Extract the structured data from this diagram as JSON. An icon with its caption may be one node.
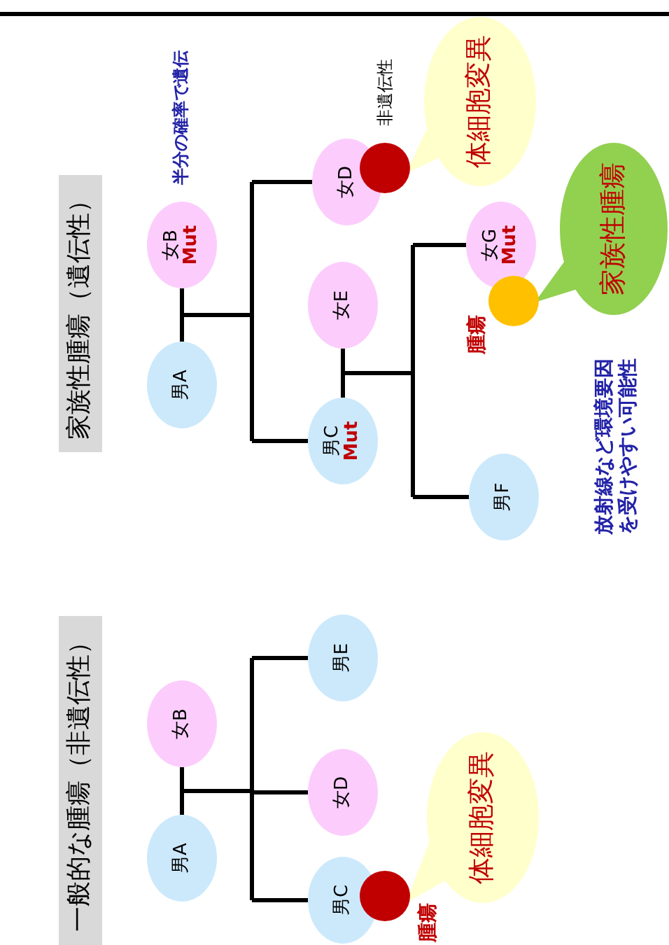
{
  "diagram": {
    "nodes": [
      {
        "text": [
          "一般的な腫瘍（非遺伝性）"
        ]
      },
      {
        "text": [
          "男A"
        ]
      },
      {
        "text": [
          "女B"
        ]
      },
      {
        "text": [
          "男C"
        ]
      },
      {
        "text": [
          "女D"
        ]
      },
      {
        "text": [
          "男E"
        ]
      },
      {
        "text": [],
        "shape": "circle",
        "beside": [
          "腫瘍"
        ]
      },
      {
        "text": [
          "体細胞変異"
        ]
      },
      {
        "text": [
          "家族性腫瘍（遺伝性）"
        ]
      },
      {
        "text": [
          "男A"
        ]
      },
      {
        "text": [
          "女B",
          "Mut"
        ]
      },
      {
        "text": [
          "男C",
          "Mut"
        ]
      },
      {
        "text": [
          "女D"
        ]
      },
      {
        "text": [
          "女E"
        ]
      },
      {
        "text": [],
        "shape": "circle",
        "beside": [
          "非遺伝性"
        ]
      },
      {
        "text": [
          "体細胞変異"
        ]
      },
      {
        "text": [
          "女G",
          "Mut"
        ]
      },
      {
        "text": [],
        "shape": "circle",
        "beside": [
          "腫瘍"
        ]
      },
      {
        "text": [
          "家族性腫瘍"
        ]
      },
      {
        "text": [
          "男F"
        ]
      }
    ],
    "edges": [
      {
        "from": 1,
        "to": 2,
        "arrow": "none"
      },
      {
        "from": 1,
        "to": 3,
        "arrow": "none"
      },
      {
        "from": 2,
        "to": 3,
        "arrow": "none"
      },
      {
        "from": 1,
        "to": 4,
        "arrow": "none"
      },
      {
        "from": 2,
        "to": 4,
        "arrow": "none"
      },
      {
        "from": 1,
        "to": 5,
        "arrow": "none"
      },
      {
        "from": 2,
        "to": 5,
        "arrow": "none"
      },
      {
        "from": 9,
        "to": 10,
        "arrow": "none"
      },
      {
        "from": 9,
        "to": 11,
        "arrow": "none"
      },
      {
        "from": 10,
        "to": 11,
        "arrow": "none"
      },
      {
        "from": 9,
        "to": 12,
        "arrow": "none"
      },
      {
        "from": 10,
        "to": 12,
        "arrow": "none"
      },
      {
        "from": 11,
        "to": 13,
        "arrow": "none"
      },
      {
        "from": 11,
        "to": 19,
        "arrow": "none"
      },
      {
        "from": 13,
        "to": 19,
        "arrow": "none"
      },
      {
        "from": 11,
        "to": 16,
        "arrow": "none"
      },
      {
        "from": 13,
        "to": 16,
        "arrow": "none"
      }
    ],
    "labels": [
      "半分の確率で遺伝",
      "放射線など環境要因を受けやすい可能性"
    ]
  }
}
